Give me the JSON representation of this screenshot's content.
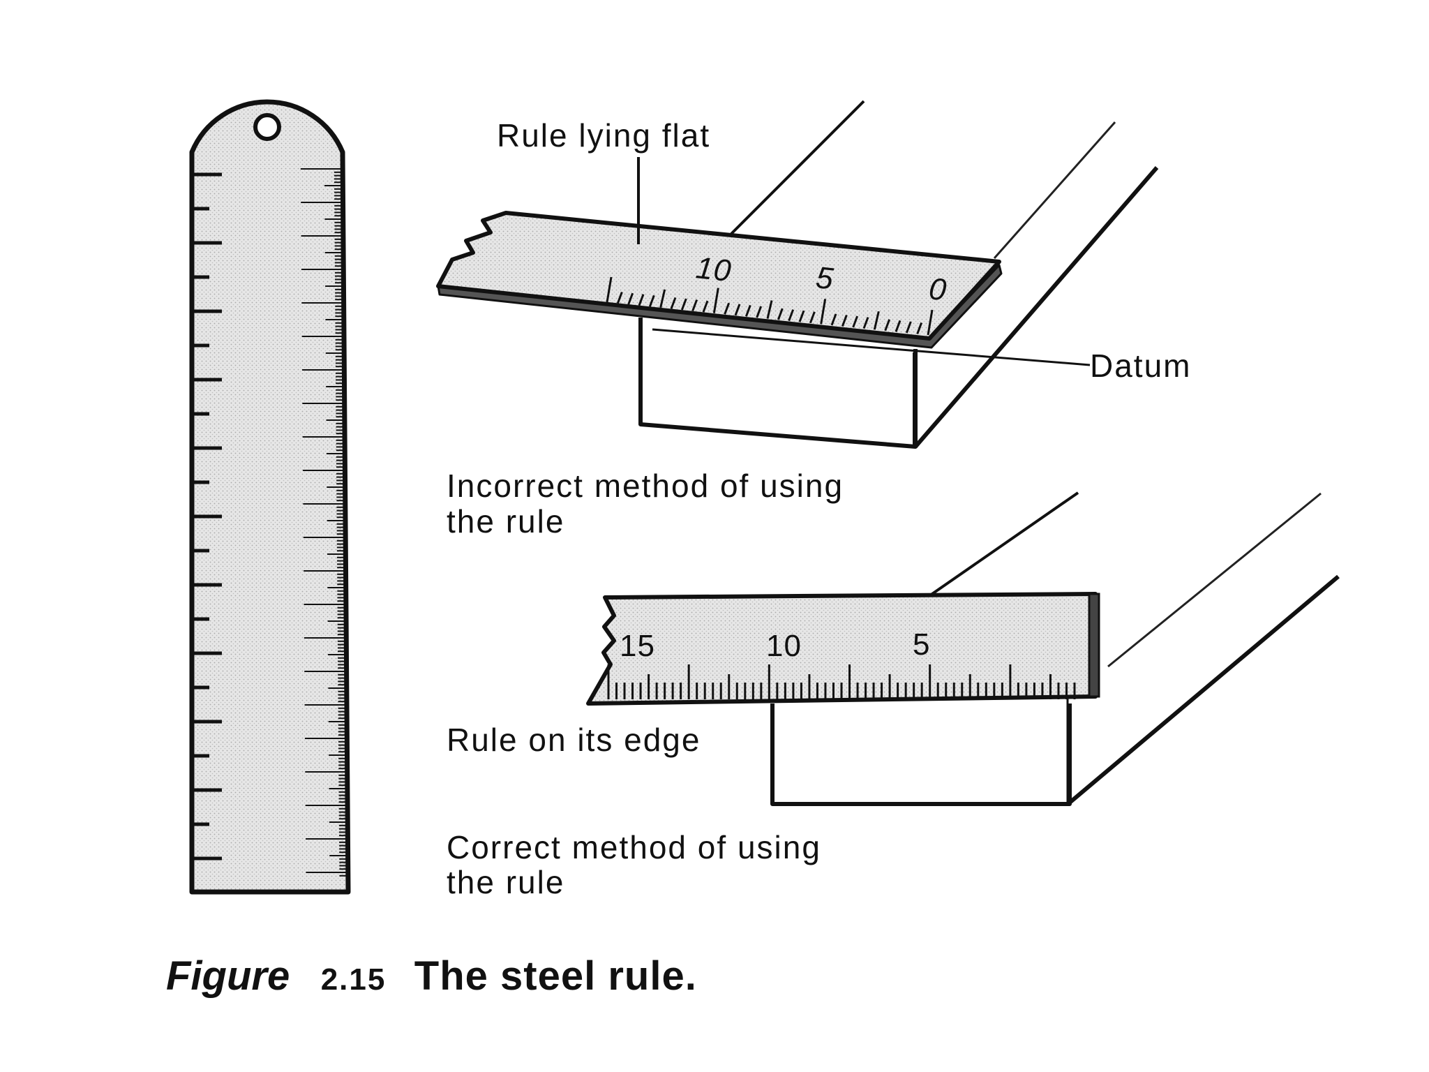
{
  "diagram": {
    "labels": {
      "rule_lying_flat": "Rule lying flat",
      "datum": "Datum",
      "incorrect_line1": "Incorrect method of using",
      "incorrect_line2": "the rule",
      "rule_on_edge": "Rule on its edge",
      "correct_line1": "Correct method of using",
      "correct_line2": "the rule"
    },
    "flat_scale": [
      "10",
      "5",
      "0"
    ],
    "edge_scale": [
      "15",
      "10",
      "5"
    ]
  },
  "caption": {
    "figure_word": "Figure",
    "figure_number": "2.15",
    "title": "The steel rule."
  },
  "colors": {
    "ink": "#111111",
    "rule_fill": "#e4e4e4",
    "background": "#ffffff"
  }
}
